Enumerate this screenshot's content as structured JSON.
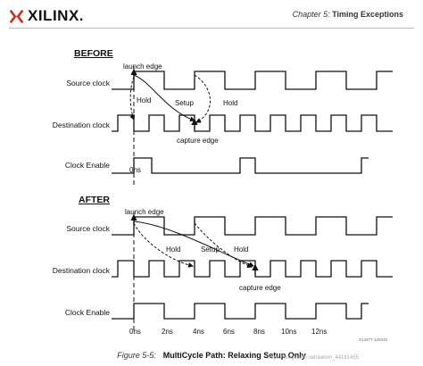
{
  "header": {
    "logo_text": "XILINX.",
    "chapter_prefix": "Chapter 5:",
    "chapter_title": "Timing Exceptions"
  },
  "before": {
    "title": "BEFORE",
    "launch_edge": "launch edge",
    "signals": {
      "source_clock": "Source clock",
      "destination_clock": "Destination clock",
      "clock_enable": "Clock Enable"
    },
    "hold_left": "Hold",
    "setup": "Setup",
    "hold_right": "Hold",
    "capture_edge": "capture edge",
    "zero_label": "0ns"
  },
  "after": {
    "title": "AFTER",
    "launch_edge": "launch edge",
    "signals": {
      "source_clock": "Source clock",
      "destination_clock": "Destination clock",
      "clock_enable": "Clock Enable"
    },
    "hold_left": "Hold",
    "setup": "Setup",
    "hold_right": "Hold",
    "capture_edge": "capture edge",
    "time_ticks": [
      "0ns",
      "2ns",
      "4ns",
      "6ns",
      "8ns",
      "10ns",
      "12ns"
    ]
  },
  "figure": {
    "id": "X14377-120415",
    "number": "Figure 5-5:",
    "title": "MultiCycle Path: Relaxing Setup Only"
  },
  "watermark": "https://blog.csdn.net/weixin_44181455",
  "colors": {
    "logo_red": "#d52b1e",
    "line": "#111111"
  }
}
